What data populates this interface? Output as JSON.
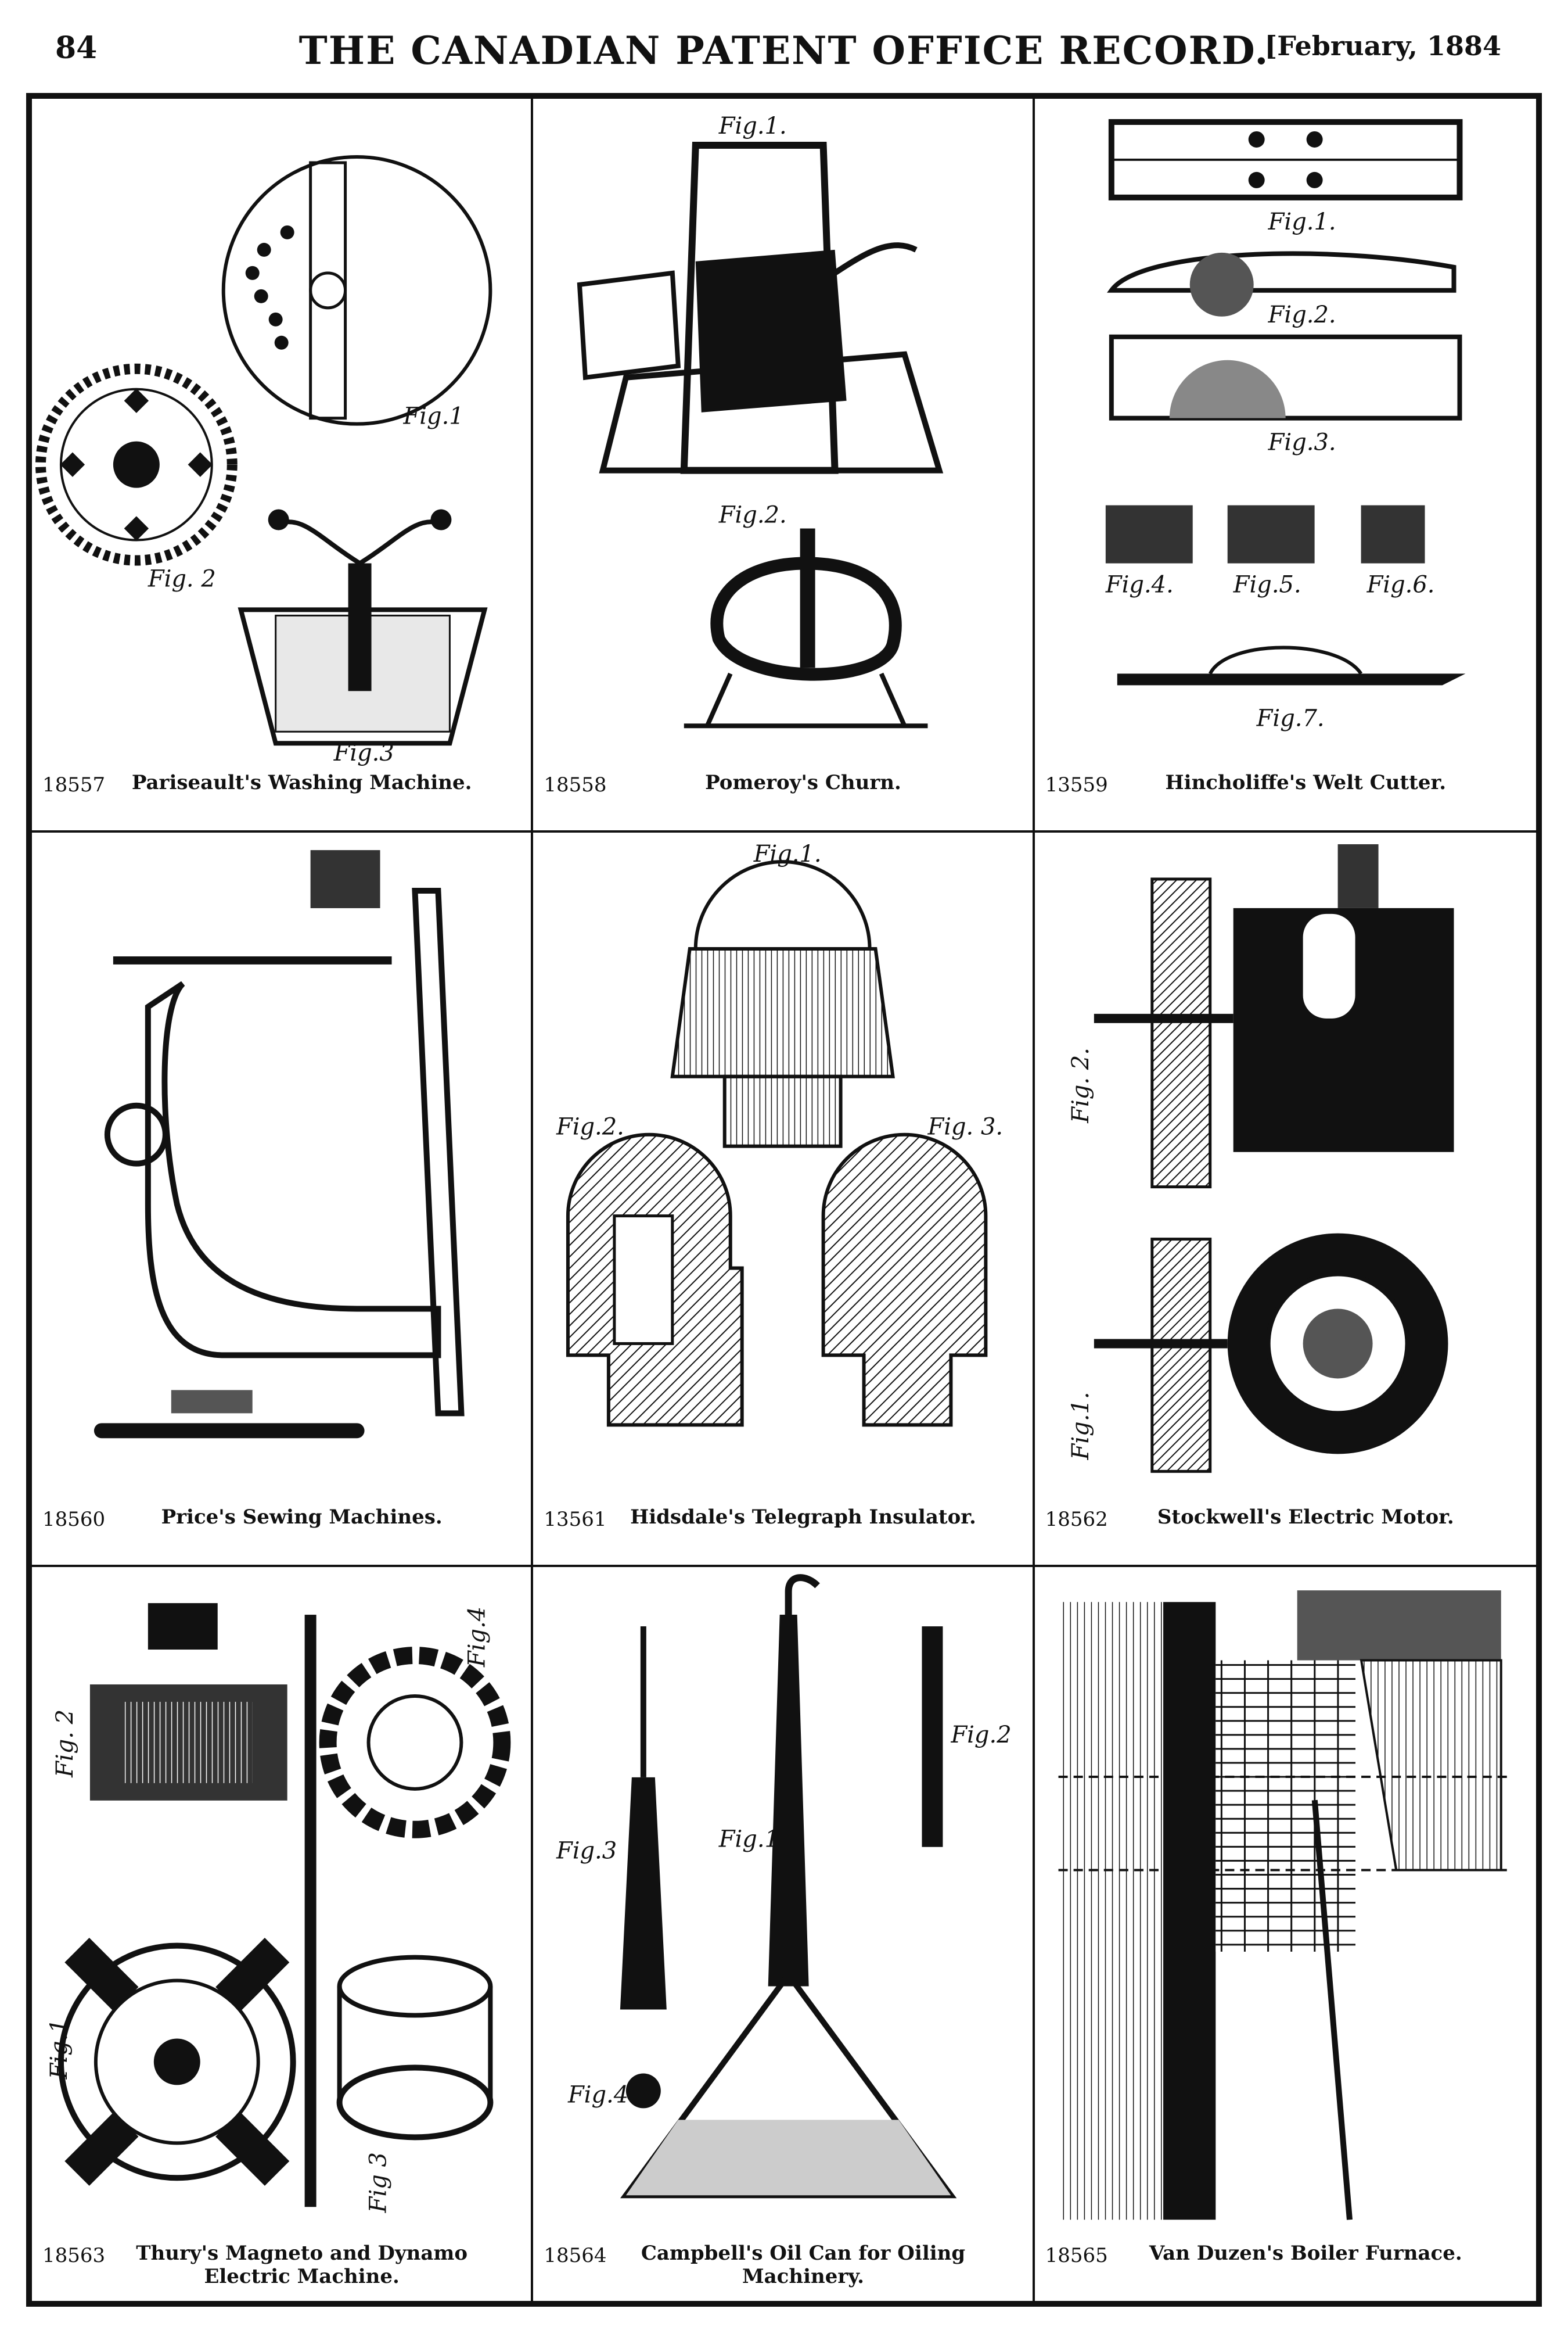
{
  "header": {
    "page_number": "84",
    "journal_title": "THE CANADIAN PATENT OFFICE RECORD.",
    "issue_date": "[February, 1884"
  },
  "patents": [
    {
      "number": "18557",
      "title": "Pariseault's Washing Machine.",
      "figures": [
        "Fig.1",
        "Fig. 2",
        "Fig.3"
      ]
    },
    {
      "number": "18558",
      "title": "Pomeroy's Churn.",
      "figures": [
        "Fig.1.",
        "Fig.2."
      ]
    },
    {
      "number": "13559",
      "title": "Hincholiffe's Welt Cutter.",
      "figures": [
        "Fig.1.",
        "Fig.2.",
        "Fig.3.",
        "Fig.4.",
        "Fig.5.",
        "Fig.6.",
        "Fig.7."
      ]
    },
    {
      "number": "18560",
      "title": "Price's Sewing Machines.",
      "figures": []
    },
    {
      "number": "13561",
      "title": "Hidsdale's Telegraph Insulator.",
      "figures": [
        "Fig.1.",
        "Fig.2.",
        "Fig. 3."
      ]
    },
    {
      "number": "18562",
      "title": "Stockwell's Electric Motor.",
      "figures": [
        "Fig. 2.",
        "Fig.1."
      ]
    },
    {
      "number": "18563",
      "title": "Thury's Magneto and Dynamo Electric Machine.",
      "figures": [
        "Fig. 2",
        "Fig.4",
        "Fig.1",
        "Fig 3"
      ]
    },
    {
      "number": "18564",
      "title": "Campbell's Oil Can for Oiling Machinery.",
      "figures": [
        "Fig.3",
        "Fig.1",
        "Fig.2",
        "Fig.4"
      ]
    },
    {
      "number": "18565",
      "title": "Van Duzen's Boiler Furnace.",
      "figures": []
    }
  ]
}
